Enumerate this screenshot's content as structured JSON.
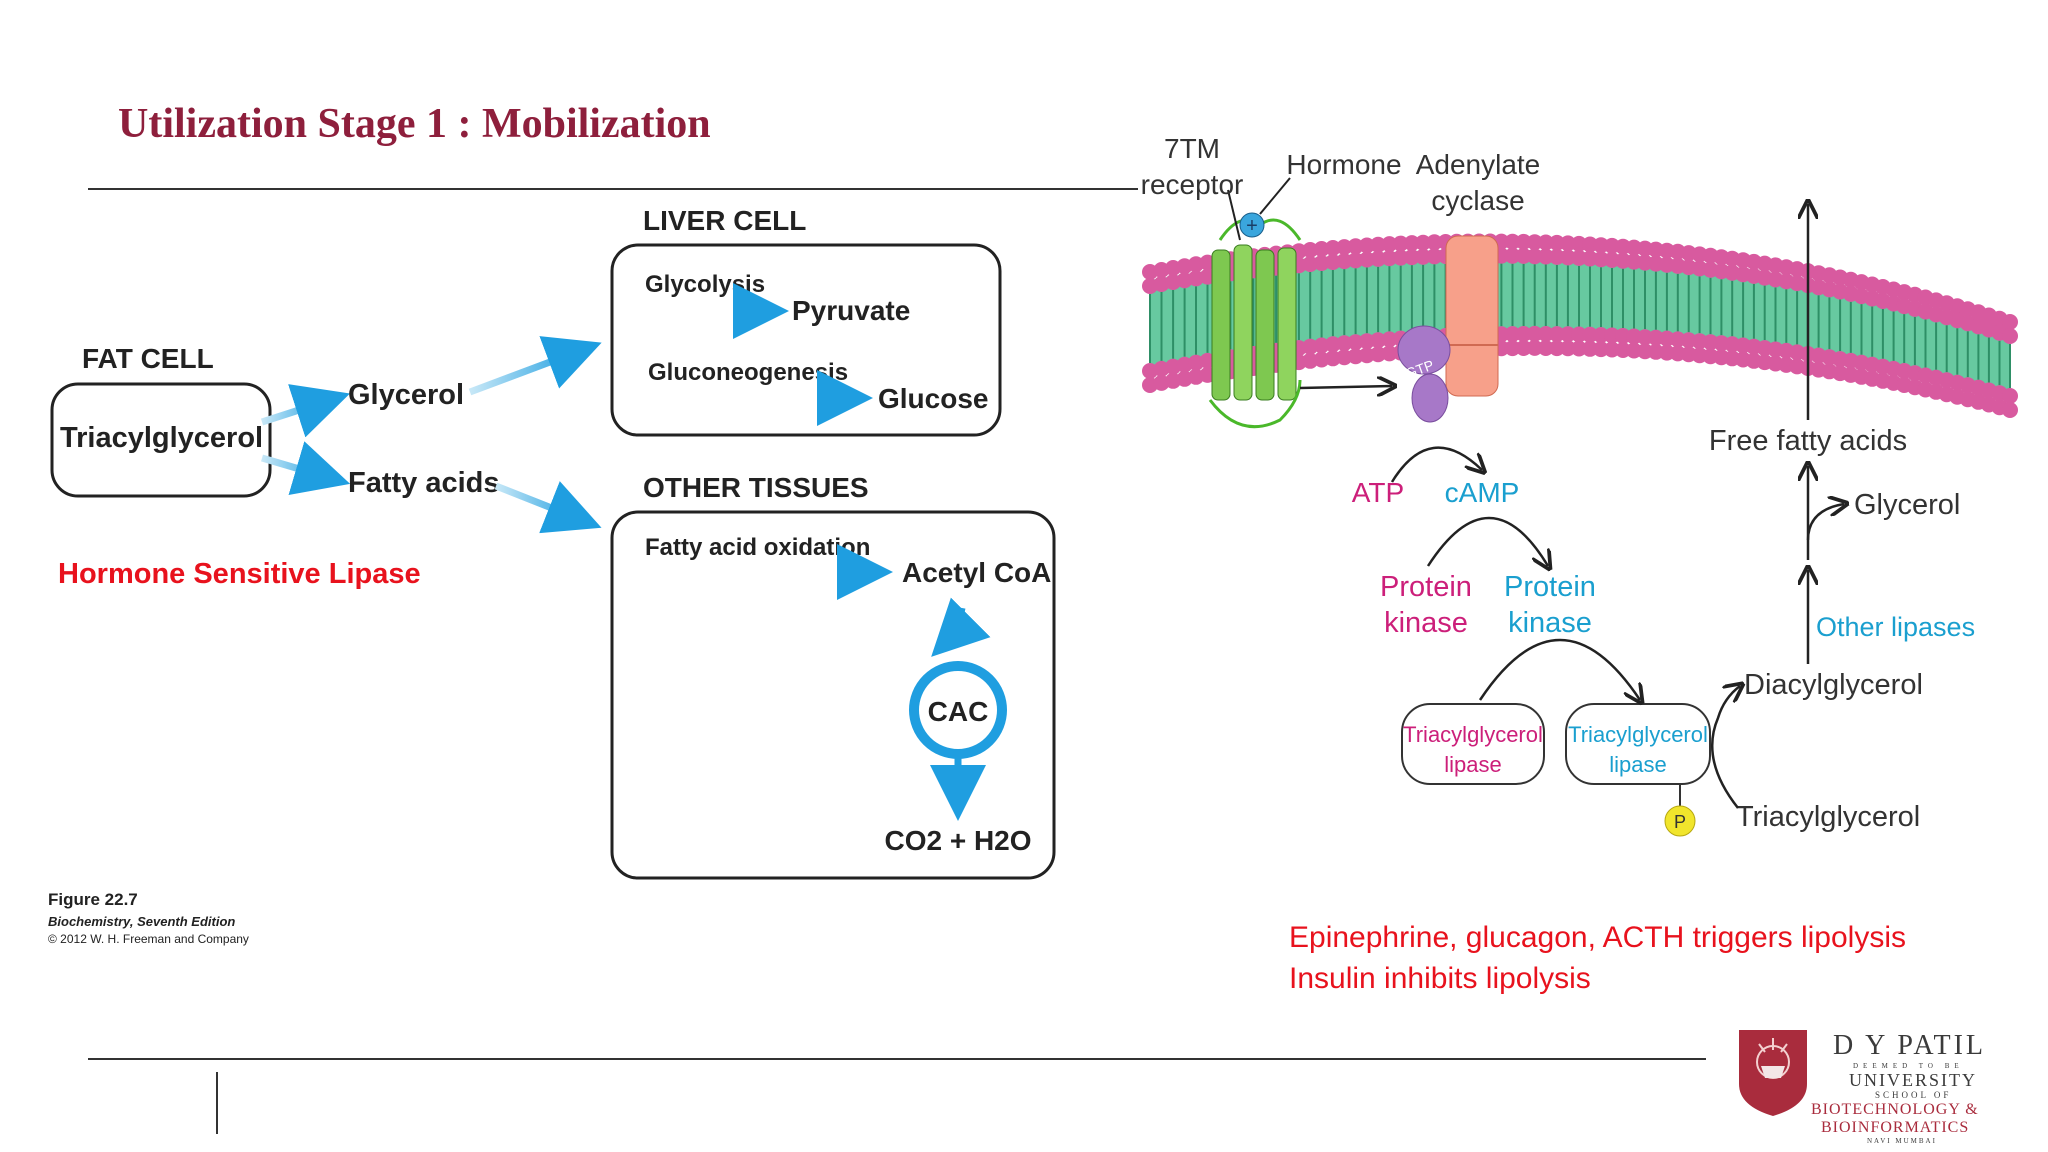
{
  "slide": {
    "title": "Utilization Stage 1 : Mobilization",
    "notes": {
      "enzyme": "Hormone Sensitive Lipase",
      "trigger": "Epinephrine, glucagon, ACTH triggers lipolysis",
      "inhibitor": "Insulin inhibits lipolysis"
    }
  },
  "figure_left": {
    "fat_cell": {
      "heading": "FAT CELL",
      "content": "Triacylglycerol"
    },
    "products": [
      "Glycerol",
      "Fatty acids"
    ],
    "liver_cell": {
      "heading": "LIVER CELL",
      "pathways": [
        {
          "process": "Glycolysis",
          "product": "Pyruvate"
        },
        {
          "process": "Gluconeogenesis",
          "product": "Glucose"
        }
      ]
    },
    "other_tissues": {
      "heading": "OTHER TISSUES",
      "process": "Fatty acid oxidation",
      "product": "Acetyl CoA",
      "cycle": "CAC",
      "output": "CO2 + H2O"
    },
    "caption": {
      "figure": "Figure 22.7",
      "book": "Biochemistry, Seventh Edition",
      "copyright": "© 2012 W. H. Freeman and Company"
    }
  },
  "figure_right": {
    "receptor": [
      "7TM",
      "receptor"
    ],
    "hormone": "Hormone",
    "cyclase": [
      "Adenylate",
      "cyclase"
    ],
    "gtp": "GTP",
    "atp": "ATP",
    "camp": "cAMP",
    "pk_inactive": [
      "Protein",
      "kinase"
    ],
    "pk_active": [
      "Protein",
      "kinase"
    ],
    "lipase_inactive": [
      "Triacylglycerol",
      "lipase"
    ],
    "lipase_active": [
      "Triacylglycerol",
      "lipase"
    ],
    "phosphate": "P",
    "plus": "+",
    "triacylglycerol": "Triacylglycerol",
    "diacylglycerol": "Diacylglycerol",
    "other_lipases": "Other lipases",
    "glycerol": "Glycerol",
    "free_fatty_acids": "Free fatty acids",
    "colors": {
      "magenta": "#cc1f7a",
      "cyan": "#1a9fcf",
      "membrane_head": "#d85a9f",
      "tail": "#3fb58a"
    }
  },
  "logo": {
    "name": "D Y PATIL",
    "deemed": "DEEMED TO BE",
    "university": "UNIVERSITY",
    "school_of": "SCHOOL OF",
    "dept1": "BIOTECHNOLOGY &",
    "dept2": "BIOINFORMATICS",
    "city": "NAVI MUMBAI"
  }
}
